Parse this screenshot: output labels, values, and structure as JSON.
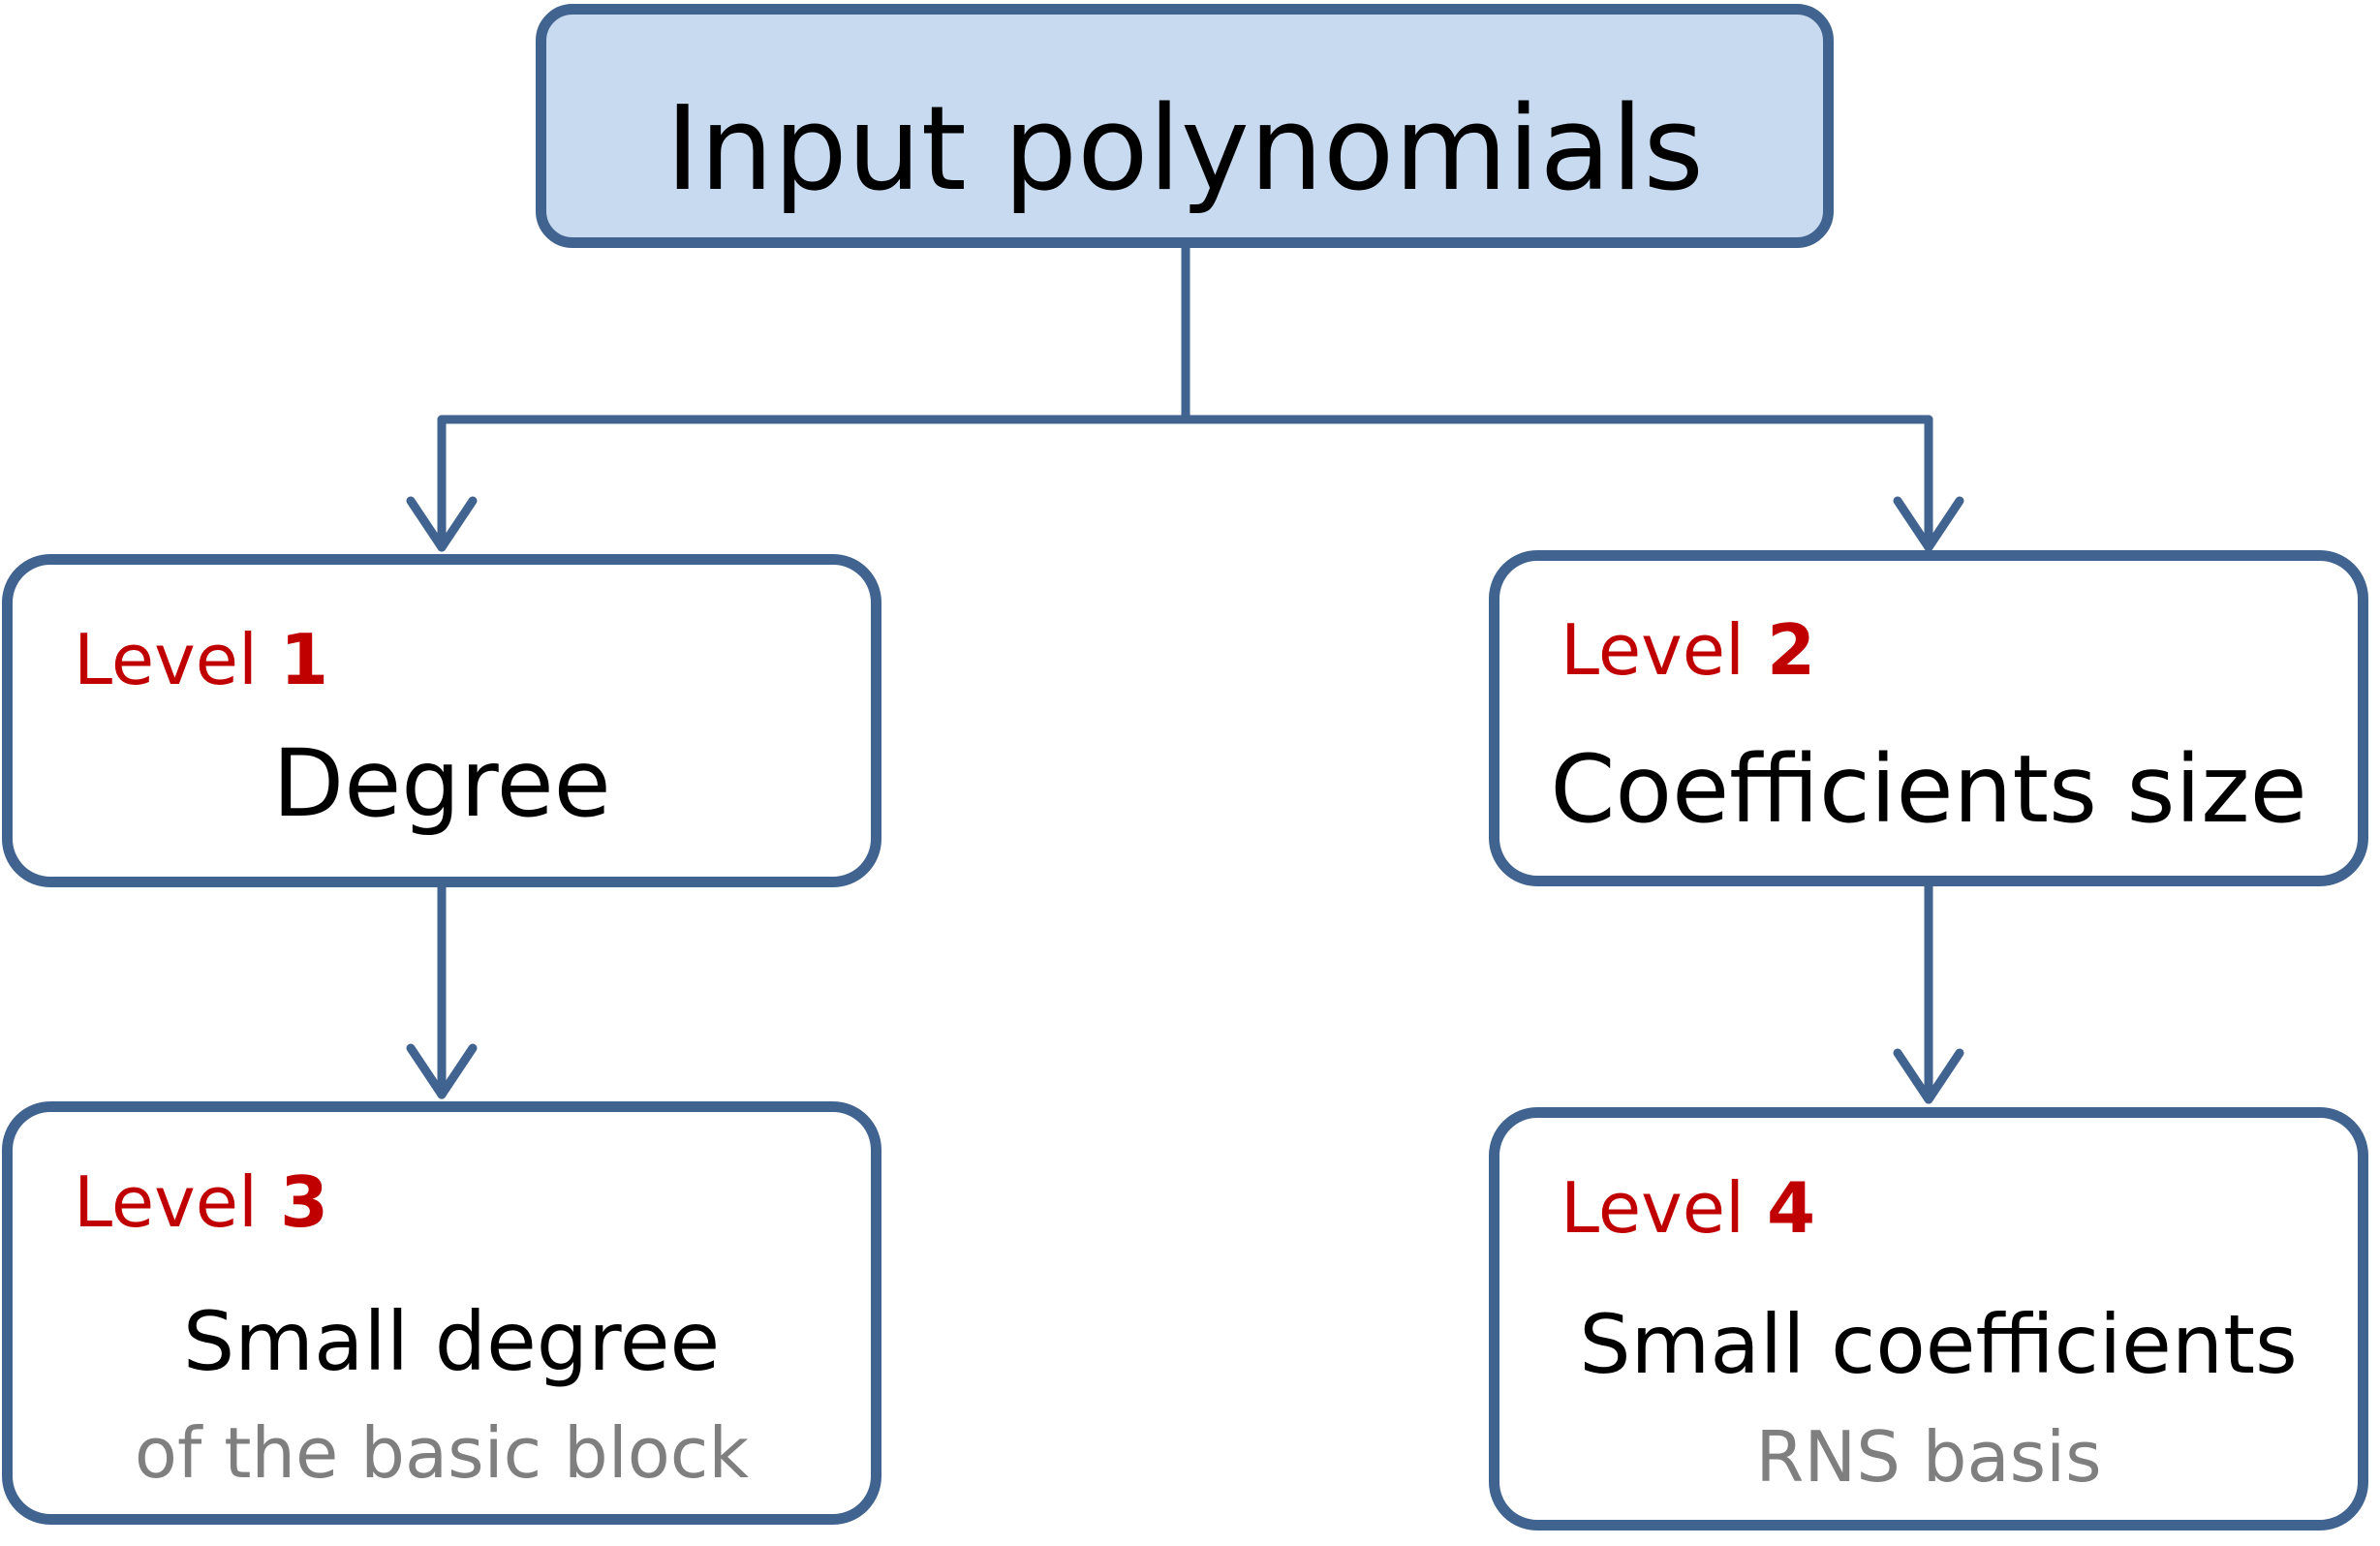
{
  "colors": {
    "line": "#40638f",
    "root_fill": "#c8daf0",
    "level_label": "#c00000",
    "main_text": "#000000",
    "sub_text": "#7f7f7f"
  },
  "root": {
    "label": "Input polynomials"
  },
  "nodes": [
    {
      "level_word": "Level",
      "level_number": "1",
      "main": "Degree",
      "sub": ""
    },
    {
      "level_word": "Level",
      "level_number": "2",
      "main": "Coefficients size",
      "sub": ""
    },
    {
      "level_word": "Level",
      "level_number": "3",
      "main": "Small degree",
      "sub": "of the basic block"
    },
    {
      "level_word": "Level",
      "level_number": "4",
      "main": "Small coefficients",
      "sub": "RNS basis"
    }
  ]
}
